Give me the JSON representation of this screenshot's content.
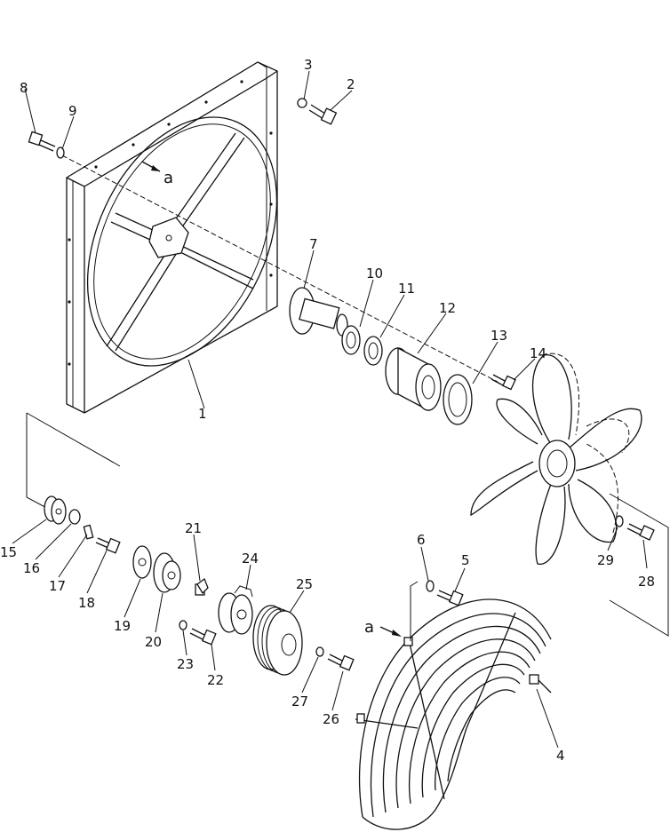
{
  "diagram": {
    "callouts": [
      {
        "id": "c1",
        "label": "1"
      },
      {
        "id": "c2",
        "label": "2"
      },
      {
        "id": "c3",
        "label": "3"
      },
      {
        "id": "c4",
        "label": "4"
      },
      {
        "id": "c5",
        "label": "5"
      },
      {
        "id": "c6",
        "label": "6"
      },
      {
        "id": "c7",
        "label": "7"
      },
      {
        "id": "c8",
        "label": "8"
      },
      {
        "id": "c9",
        "label": "9"
      },
      {
        "id": "c10",
        "label": "10"
      },
      {
        "id": "c11",
        "label": "11"
      },
      {
        "id": "c12",
        "label": "12"
      },
      {
        "id": "c13",
        "label": "13"
      },
      {
        "id": "c14",
        "label": "14"
      },
      {
        "id": "c15",
        "label": "15"
      },
      {
        "id": "c16",
        "label": "16"
      },
      {
        "id": "c17",
        "label": "17"
      },
      {
        "id": "c18",
        "label": "18"
      },
      {
        "id": "c19",
        "label": "19"
      },
      {
        "id": "c20",
        "label": "20"
      },
      {
        "id": "c21",
        "label": "21"
      },
      {
        "id": "c22",
        "label": "22"
      },
      {
        "id": "c23",
        "label": "23"
      },
      {
        "id": "c24",
        "label": "24"
      },
      {
        "id": "c25",
        "label": "25"
      },
      {
        "id": "c26",
        "label": "26"
      },
      {
        "id": "c27",
        "label": "27"
      },
      {
        "id": "c28",
        "label": "28"
      },
      {
        "id": "c29",
        "label": "29"
      }
    ],
    "view_marks": {
      "top": "a",
      "bottom": "a"
    }
  }
}
